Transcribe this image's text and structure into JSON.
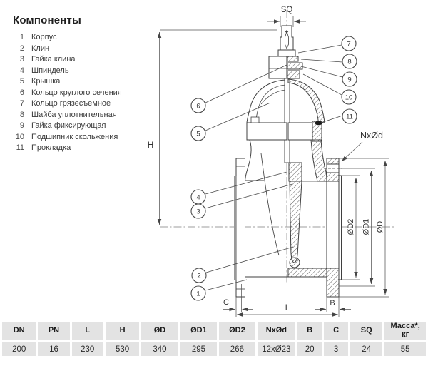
{
  "components": {
    "title": "Компоненты",
    "items": [
      {
        "num": "1",
        "label": "Корпус"
      },
      {
        "num": "2",
        "label": "Клин"
      },
      {
        "num": "3",
        "label": "Гайка клина"
      },
      {
        "num": "4",
        "label": "Шпиндель"
      },
      {
        "num": "5",
        "label": "Крышка"
      },
      {
        "num": "6",
        "label": "Кольцо круглого сечения"
      },
      {
        "num": "7",
        "label": "Кольцо грязесъемное"
      },
      {
        "num": "8",
        "label": "Шайба уплотнительная"
      },
      {
        "num": "9",
        "label": "Гайка фиксирующая"
      },
      {
        "num": "10",
        "label": "Подшипник скольжения"
      },
      {
        "num": "11",
        "label": "Прокладка"
      }
    ]
  },
  "drawing": {
    "callouts": [
      "1",
      "2",
      "3",
      "4",
      "5",
      "6",
      "7",
      "8",
      "9",
      "10",
      "11"
    ],
    "dims": {
      "sq": "SQ",
      "h": "H",
      "nxod": "NxØd",
      "od": "ØD",
      "od1": "ØD1",
      "od2": "ØD2",
      "l": "L",
      "b": "B",
      "c": "C"
    }
  },
  "table": {
    "headers": [
      "DN",
      "PN",
      "L",
      "H",
      "ØD",
      "ØD1",
      "ØD2",
      "NxØd",
      "B",
      "C",
      "SQ",
      "Масса*, кг"
    ],
    "values": [
      "200",
      "16",
      "230",
      "530",
      "340",
      "295",
      "266",
      "12xØ23",
      "20",
      "3",
      "24",
      "55"
    ]
  },
  "colors": {
    "line": "#3f3f3f",
    "thin": "#555555",
    "cell": "#e3e3e3",
    "face_band": "#999999"
  }
}
